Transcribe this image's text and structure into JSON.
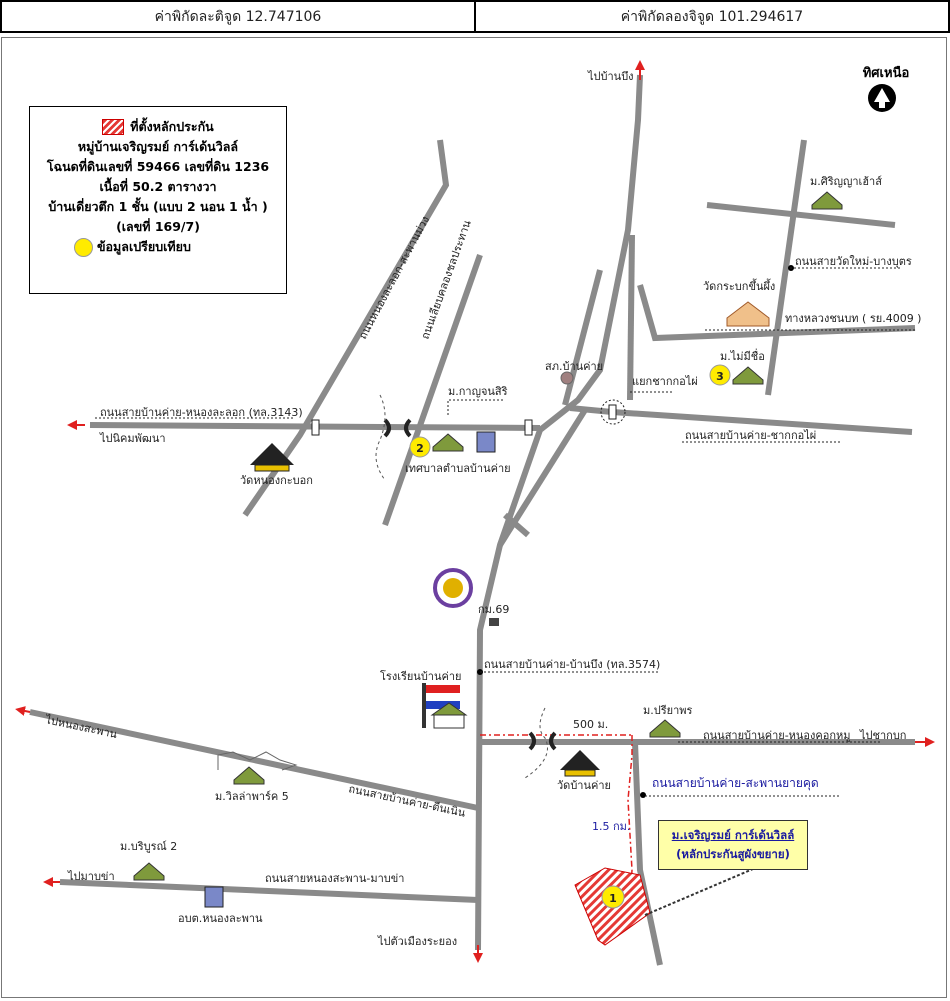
{
  "header": {
    "latitude": "ค่าพิกัดละติจูด 12.747106",
    "longitude": "ค่าพิกัดลองจิจูด 101.294617"
  },
  "legend": {
    "line1": "ที่ตั้งหลักประกัน",
    "line2": "หมู่บ้านเจริญรมย์ การ์เด้นวิลล์",
    "line3": "โฉนดที่ดินเลขที่ 59466 เลขที่ดิน 1236",
    "line4": "เนื้อที่ 50.2 ตารางวา",
    "line5": "บ้านเดี่ยวตึก 1 ชั้น (แบบ 2 นอน 1 น้ำ )",
    "line6": "(เลขที่ 169/7)",
    "line7": "ข้อมูลเปรียบเทียบ"
  },
  "north_label": "ทิศเหนือ",
  "callout": {
    "line1": "ม.เจริญรมย์ การ์เด้นวิลล์",
    "line2": "(หลักประกันสูผังขยาย)"
  },
  "labels": {
    "to_ban_bueng": "ไปบ้านบึง",
    "road_3143": "ถนนสายบ้านค่าย-หนองละลอก (ทล.3143)",
    "to_nikhom": "ไปนิคมพัฒนา",
    "road_sawang": "ถนนหนองละลอก-สะพานม่วง",
    "road_2": "ถนนเลียบคลองชลประทาน",
    "wat_nong_krabok": "วัดหนองกะบอก",
    "m_kanchanasiri": "ม.กาญจนสิริ",
    "municipality": "เทศบาลตำบลบ้านค่าย",
    "police": "สภ.บ้านค่าย",
    "yaek": "แยกชากกอไผ่",
    "road_chak": "ถนนสายบ้านค่าย-ชากกอไผ่",
    "m_sirinya": "ม.ศิริญญาเฮ้าส์",
    "road_watmai": "ถนนสายวัดใหม่-บางบุตร",
    "wat_rabok": "วัดกระบกขึ้นผึ้ง",
    "road_4009": "ทางหลวงชนบท ( รย.4009 )",
    "m_maimiue": "ม.ไม่มีชื่อ",
    "km69": "กม.69",
    "road_3574": "ถนนสายบ้านค่าย-บ้านบึง (ทล.3574)",
    "school": "โรงเรียนบ้านค่าย",
    "to_nong_saphan": "ไปหนองสะพาน",
    "m_villa": "ม.วิลล่าพาร์ค 5",
    "road_tin_noen": "ถนนสายบ้านค่าย-ตีนเนิน",
    "dist_500": "500 ม.",
    "m_preeyaporn": "ม.ปรียาพร",
    "road_nong_khok": "ถนนสายบ้านค่าย-หนองคอกหมู",
    "to_chak_bok": "ไปชากบก",
    "wat_ban_khai": "วัดบ้านค่าย",
    "road_saphan": "ถนนสายบ้านค่าย-สะพานยายคุด",
    "dist_15km": "1.5 กม.",
    "m_boriboon": "ม.บริบูรณ์ 2",
    "to_map_kha": "ไปมาบข่า",
    "road_map_kha": "ถนนสายหนองสะพาน-มาบข่า",
    "obt": "อบต.หนองละพาน",
    "to_rayong": "ไปตัวเมืองระยอง",
    "marker1": "1",
    "marker2": "2",
    "marker3": "3"
  },
  "colors": {
    "road": "#8a8a8a",
    "arrow_red": "#e0201f",
    "route_dash": "#e0201f",
    "marker_yellow": "#ffeb00",
    "house": "#7f9a3c",
    "callout_bg": "#ffffa8"
  }
}
